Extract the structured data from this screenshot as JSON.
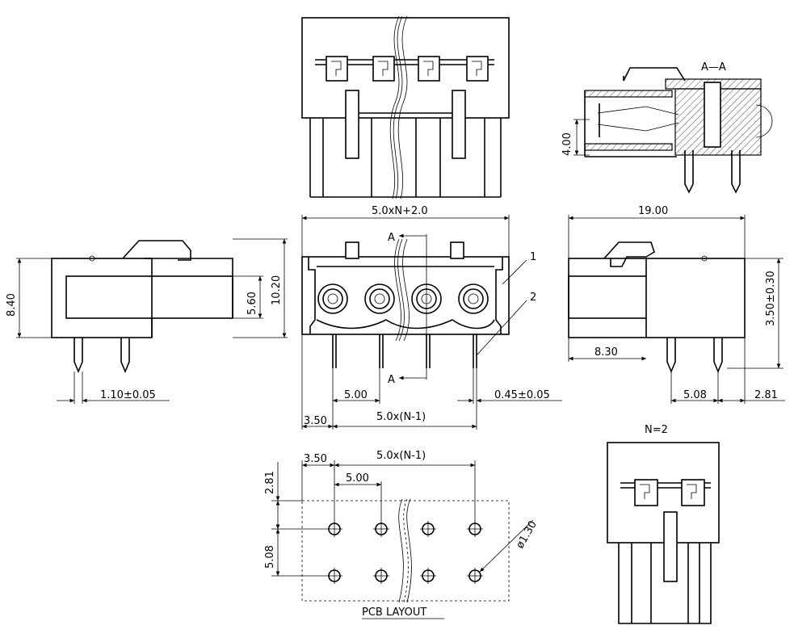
{
  "front_view": {
    "width": "5.0xN+2.0",
    "pitch": "5.00",
    "span": "5.0x(N-1)",
    "edge": "3.50",
    "pin": "0.45±0.05",
    "section_label_top": "A",
    "section_label_bottom": "A",
    "callout_1": "1",
    "callout_2": "2"
  },
  "left_view": {
    "height_total": "8.40",
    "height_right": "10.20",
    "height_inner": "5.60",
    "pin_width": "1.10±0.05"
  },
  "right_view": {
    "width": "19.00",
    "height": "3.50±0.30",
    "depth": "8.30",
    "pin_pitch": "5.08",
    "pin_offset": "2.81"
  },
  "section_view": {
    "title": "A—A",
    "height": "4.00"
  },
  "pcb_layout": {
    "title": "PCB LAYOUT",
    "span": "5.0x(N-1)",
    "edge": "3.50",
    "pitch": "5.00",
    "top": "2.81",
    "row_pitch": "5.08",
    "hole": "ø1.30"
  },
  "small_view": {
    "title": "N=2"
  }
}
